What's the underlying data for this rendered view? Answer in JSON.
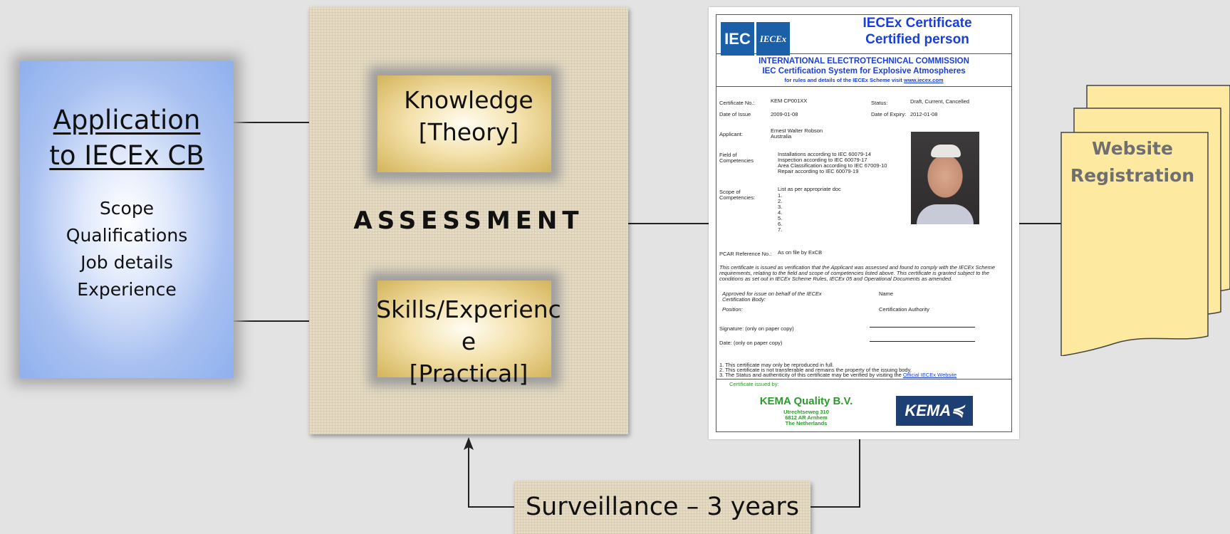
{
  "application": {
    "title_line1": "Application",
    "title_line2": "to IECEx CB",
    "items": [
      "Scope",
      "Qualifications",
      "Job details",
      "Experience"
    ]
  },
  "assessment": {
    "label": "ASSESSMENT",
    "knowledge_line1": "Knowledge",
    "knowledge_line2": "[Theory]",
    "skills_line1": "Skills/Experienc",
    "skills_line2": "e",
    "skills_line3": "[Practical]"
  },
  "certificate": {
    "logo_iec": "IEC",
    "logo_iecex": "IECEx",
    "title_line1": "IECEx Certificate",
    "title_line2": "Certified person",
    "org": "INTERNATIONAL ELECTROTECHNICAL COMMISSION",
    "system": "IEC Certification System for Explosive Atmospheres",
    "rules_prefix": "for rules and details of the IECEx Scheme visit ",
    "rules_link": "www.iecex.com",
    "certificate_no_label": "Certificate No.:",
    "certificate_no": "KEM CP001XX",
    "status_label": "Status:",
    "status": "Draft, Current, Cancelled",
    "date_issue_label": "Date of Issue",
    "date_issue": "2009-01-08",
    "date_expiry_label": "Date of Expiry:",
    "date_expiry": "2012-01-08",
    "applicant_label": "Applicant:",
    "applicant_name": "Ernest Walter Robson",
    "applicant_country": "Australia",
    "field_label_1": "Field of",
    "field_label_2": "Competencies",
    "fields": [
      "Installations according to IEC 60079-14",
      "Inspection according to IEC 60079-17",
      "Area Classification according to IEC 67009-10",
      "Repair according to IEC 60079-19"
    ],
    "scope_label_1": "Scope of",
    "scope_label_2": "Competencies:",
    "scope_heading": "List as per appropriate doc",
    "scope_items": [
      "1.",
      "2.",
      "3.",
      "4.",
      "5.",
      "6.",
      "7."
    ],
    "pcar_label": "PCAR Reference No.:",
    "pcar_value": "As on file by ExCB",
    "statement_1": "This certificate is issued as verification that the Applicant was assessed and found to comply with the IECEx Scheme",
    "statement_2": "requirements, relating to the field and scope of competencies listed above. This certificate is granted subject to the",
    "statement_3": "conditions as set out in IECEx Scheme Rules, IECEx 05 and Operational Documents as amended.",
    "approved_1": "Approved for issue on behalf of the IECEx",
    "approved_2": "Certification Body:",
    "name_label": "Name",
    "position_label": "Position:",
    "position_value": "Certification Authority",
    "signature_label": "Signature: (only on paper copy)",
    "date_label": "Date: (only on paper copy)",
    "note_1": "1. This certificate may only be reproduced in full.",
    "note_2": "2. This certificate is not transferable and remains the property of the issuing body.",
    "note_3_prefix": "3. The Status and authenticity of this certificate may be verified by visiting the ",
    "note_3_link": "Official IECEx Website",
    "issued_by": "Certificate issued by:",
    "issuer_name": "KEMA Quality B.V.",
    "issuer_addr_1": "Utrechtseweg 310",
    "issuer_addr_2": "6812 AR Arnhem",
    "issuer_addr_3": "The Netherlands",
    "kema_logo": "KEMA≼"
  },
  "website": {
    "line1": "Website",
    "line2": "Registration"
  },
  "surveillance": {
    "label": "Surveillance – 3 years"
  }
}
